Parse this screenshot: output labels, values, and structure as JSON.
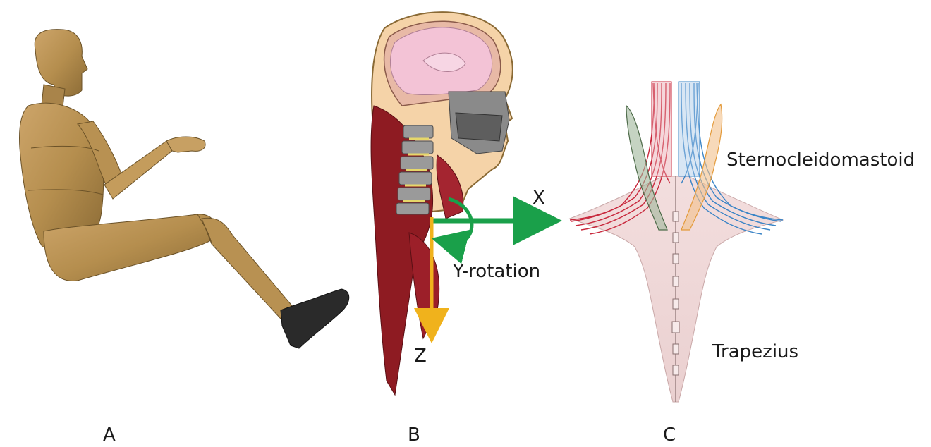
{
  "panels": {
    "a": {
      "label": "A",
      "subject": "seated-human-body-model"
    },
    "b": {
      "label": "B",
      "subject": "head-neck-sagittal-section"
    },
    "c": {
      "label": "C",
      "subject": "neck-muscles-posterior-view"
    }
  },
  "axes": {
    "x_label": "X",
    "z_label": "Z",
    "rotation_label": "Y-rotation",
    "x_color": "#1aa04a",
    "z_color": "#f0b21c",
    "rotation_color": "#1aa04a"
  },
  "muscles": {
    "sternocleidomastoid": "Sternocleidomastoid",
    "trapezius": "Trapezius"
  },
  "colors": {
    "body_skin": "#b58e4e",
    "shoe": "#2a2a2a",
    "brain": "#f3c3d6",
    "muscle": "#8e1b22",
    "bone": "#9a9a9a",
    "trapezius_fill": "#f1dbdb",
    "left_fibers": "#c8283c",
    "right_fibers": "#3a84c6",
    "left_scm": "#6f8f6a",
    "right_scm": "#e39a3a"
  }
}
